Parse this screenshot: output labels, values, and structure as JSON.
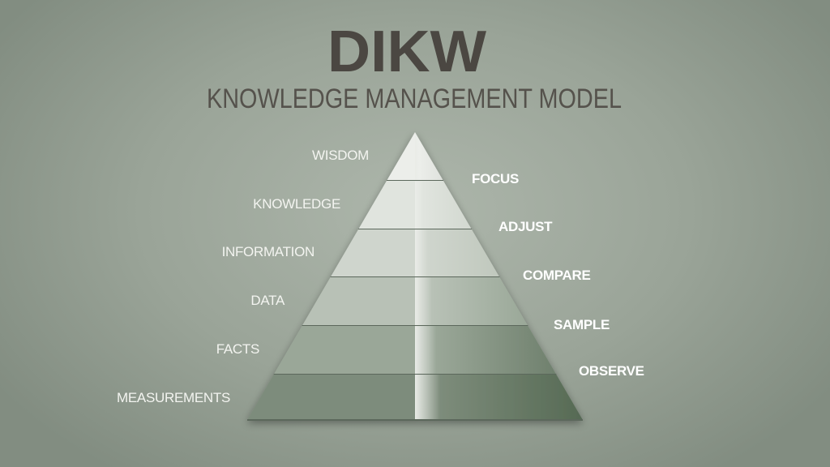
{
  "title": "DIKW",
  "subtitle": "KNOWLEDGE MANAGEMENT MODEL",
  "colors": {
    "title": "#4b4742",
    "layers": [
      "#eceeea",
      "#e0e4de",
      "#cfd5cd",
      "#b8c1b6",
      "#9aa798",
      "#7d8c7b"
    ],
    "layers_right_dark": [
      "#dfe2dd",
      "#d2d8d0",
      "#c0c8bd",
      "#9aa898",
      "#6f806d",
      "#566a54"
    ]
  },
  "levels": [
    {
      "name": "WISDOM"
    },
    {
      "name": "KNOWLEDGE"
    },
    {
      "name": "INFORMATION"
    },
    {
      "name": "DATA"
    },
    {
      "name": "FACTS"
    },
    {
      "name": "MEASUREMENTS"
    }
  ],
  "actions": [
    {
      "name": "FOCUS"
    },
    {
      "name": "ADJUST"
    },
    {
      "name": "COMPARE"
    },
    {
      "name": "SAMPLE"
    },
    {
      "name": "OBSERVE"
    }
  ]
}
